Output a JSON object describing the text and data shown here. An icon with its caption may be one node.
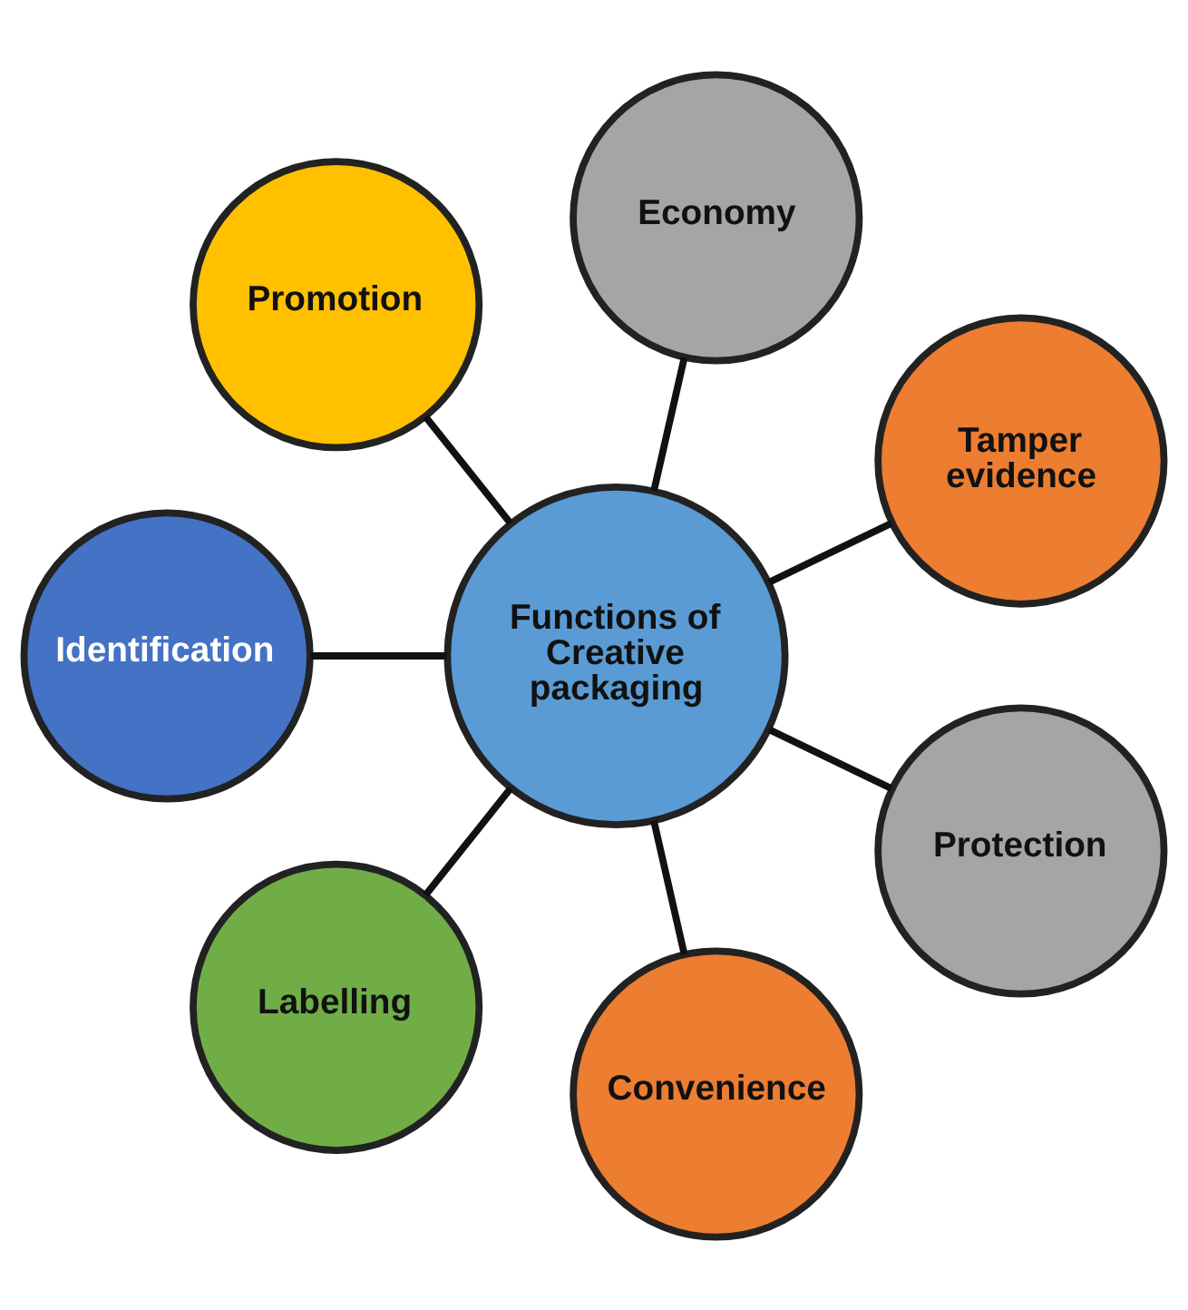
{
  "diagram": {
    "nodes": [
      {
        "text": [
          "Functions of Creative packaging"
        ]
      },
      {
        "text": [
          "Tamper evidence"
        ]
      },
      {
        "text": [
          "Economy"
        ]
      },
      {
        "text": [
          "Promotion"
        ]
      },
      {
        "text": [
          "Identification"
        ]
      },
      {
        "text": [
          "Labelling"
        ]
      },
      {
        "text": [
          "Convenience"
        ]
      },
      {
        "text": [
          "Protection"
        ]
      }
    ],
    "edges": [
      {
        "from": 0,
        "to": 1,
        "arrow": "none"
      },
      {
        "from": 0,
        "to": 2,
        "arrow": "none"
      },
      {
        "from": 0,
        "to": 3,
        "arrow": "none"
      },
      {
        "from": 0,
        "to": 4,
        "arrow": "none"
      },
      {
        "from": 0,
        "to": 5,
        "arrow": "none"
      },
      {
        "from": 0,
        "to": 6,
        "arrow": "none"
      },
      {
        "from": 0,
        "to": 7,
        "arrow": "none"
      }
    ]
  }
}
